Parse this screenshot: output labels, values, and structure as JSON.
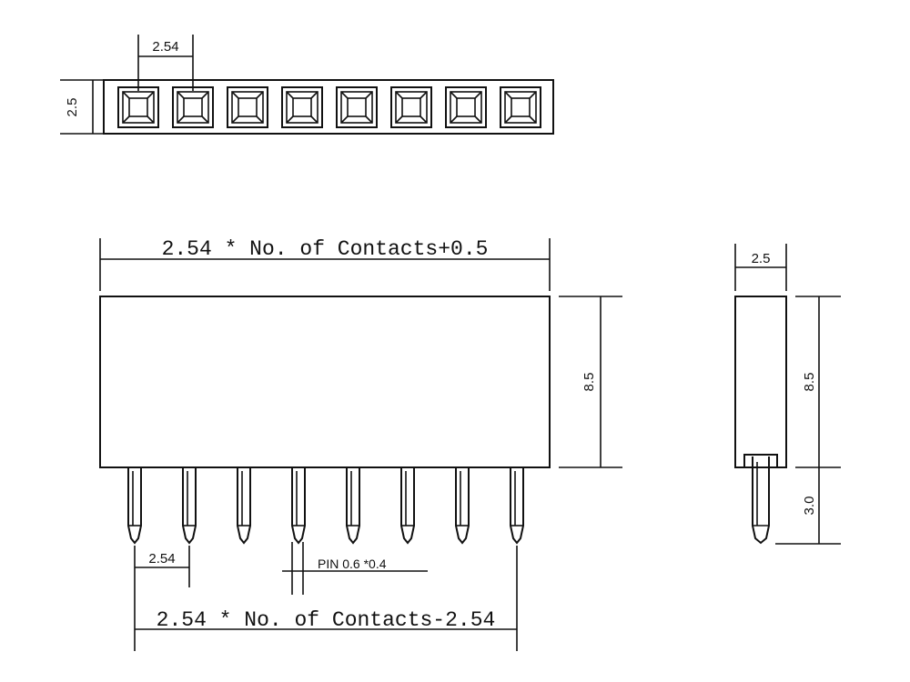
{
  "top_view": {
    "pitch_label": "2.54",
    "height_label": "2.5",
    "contact_count": 8
  },
  "front_view": {
    "width_formula": "2.54 * No. of Contacts+0.5",
    "height_label": "8.5",
    "pitch_label": "2.54",
    "pin_label": "PIN 0.6 *0.4",
    "pin_span_formula": "2.54 * No. of Contacts-2.54",
    "pin_count": 8
  },
  "side_view": {
    "width_label": "2.5",
    "body_height_label": "8.5",
    "pin_length_label": "3.0"
  }
}
